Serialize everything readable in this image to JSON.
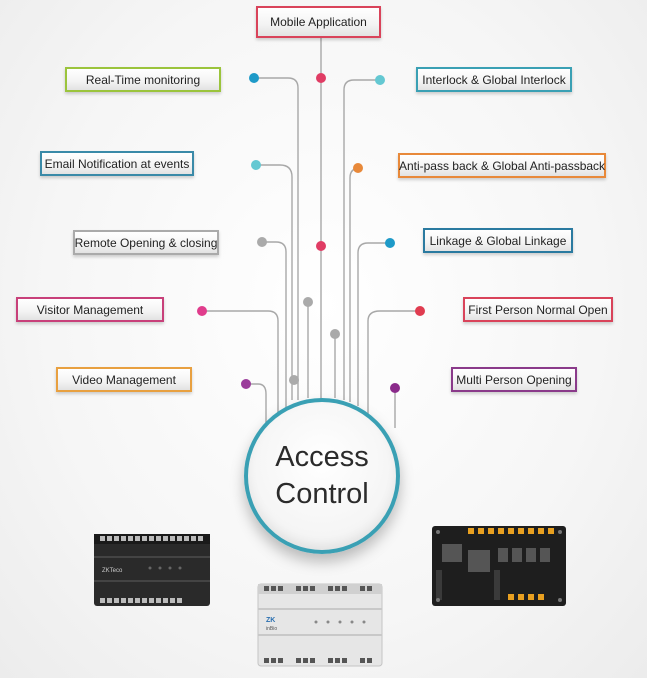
{
  "center": {
    "line1": "Access",
    "line2": "Control"
  },
  "features": [
    {
      "id": "mobile-application",
      "label": "Mobile Application",
      "color": "#d9435a"
    },
    {
      "id": "real-time-monitoring",
      "label": "Real-Time monitoring",
      "color": "#9bc43c"
    },
    {
      "id": "interlock",
      "label": "Interlock & Global Interlock",
      "color": "#3aa0b4"
    },
    {
      "id": "email-notification",
      "label": "Email Notification at events",
      "color": "#3a8aa8"
    },
    {
      "id": "anti-passback",
      "label": "Anti-pass back & Global Anti-passback",
      "color": "#e8893a"
    },
    {
      "id": "remote-opening",
      "label": "Remote Opening & closing",
      "color": "#aaaaaa"
    },
    {
      "id": "linkage",
      "label": "Linkage & Global Linkage",
      "color": "#2a7aa0"
    },
    {
      "id": "visitor-management",
      "label": "Visitor Management",
      "color": "#c8407a"
    },
    {
      "id": "first-person",
      "label": "First Person Normal Open",
      "color": "#d9435a"
    },
    {
      "id": "video-management",
      "label": "Video Management",
      "color": "#e8a040"
    },
    {
      "id": "multi-person",
      "label": "Multi Person Opening",
      "color": "#8a3a8a"
    }
  ],
  "devices": {
    "left_brand": "ZKTeco",
    "middle_brand": "inBio",
    "middle_logo": "ZK"
  }
}
